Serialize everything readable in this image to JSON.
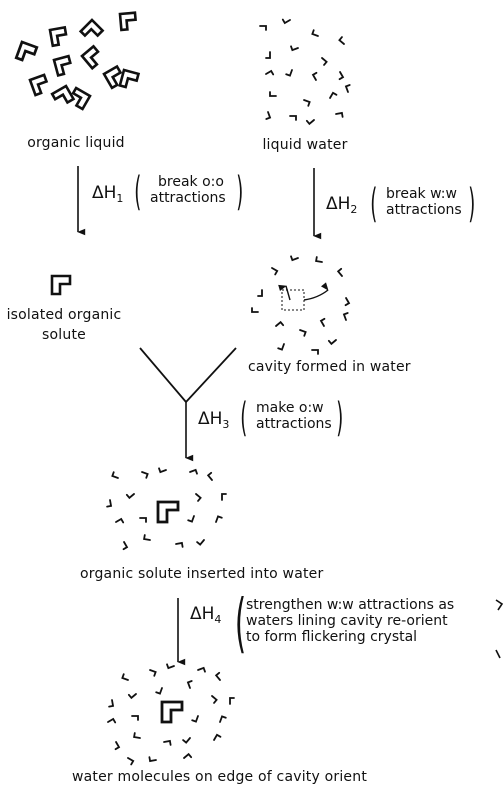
{
  "stage1": {
    "left_label": "organic liquid",
    "right_label": "liquid water"
  },
  "step1": {
    "symbol": "ΔH",
    "subscript": "1",
    "line1": "break o:o",
    "line2": "attractions"
  },
  "step2": {
    "symbol": "ΔH",
    "subscript": "2",
    "line1": "break w:w",
    "line2": "attractions"
  },
  "stage2": {
    "left_line1": "isolated organic",
    "left_line2": "solute",
    "right_label": "cavity formed in water"
  },
  "step3": {
    "symbol": "ΔH",
    "subscript": "3",
    "line1": "make o:w",
    "line2": "attractions"
  },
  "stage3": {
    "label": "organic solute inserted into water"
  },
  "step4": {
    "symbol": "ΔH",
    "subscript": "4",
    "line1": "strengthen w:w attractions as",
    "line2": "waters lining cavity re-orient",
    "line3": "to form flickering crystal"
  },
  "stage4": {
    "label": "water molecules on edge of cavity orient"
  },
  "colors": {
    "ink": "#111111",
    "background": "#ffffff"
  },
  "icons": [
    "organic-molecule-icon",
    "water-molecule-icon",
    "down-arrow-icon"
  ]
}
